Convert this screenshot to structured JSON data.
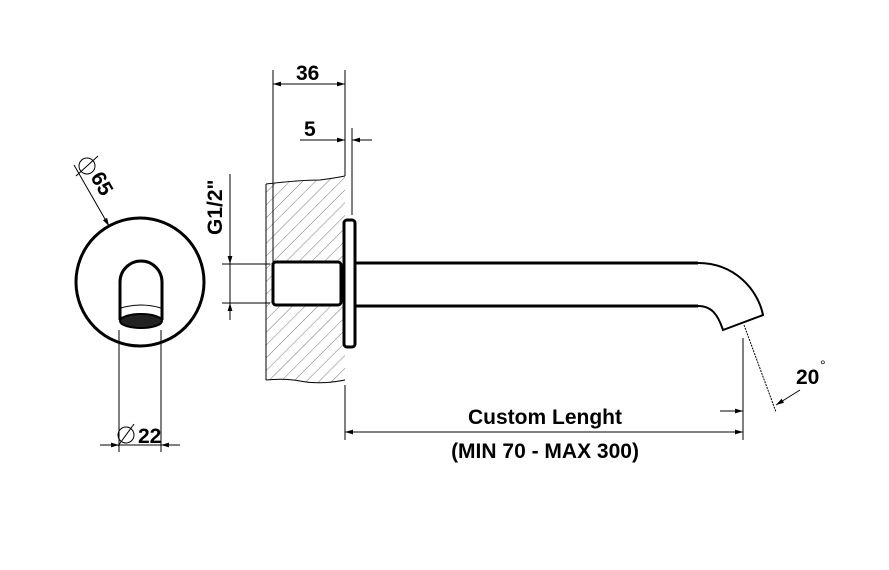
{
  "drawing": {
    "front_view": {
      "outer_diameter_label": "65",
      "outlet_diameter_label": "22"
    },
    "side_view": {
      "wall_depth_label": "36",
      "flange_thickness_label": "5",
      "thread_label": "G1/2\"",
      "length_label": "Custom Lenght",
      "length_range_label": "(MIN 70 - MAX 300)",
      "angle_label": "20",
      "angle_unit": "°"
    }
  }
}
